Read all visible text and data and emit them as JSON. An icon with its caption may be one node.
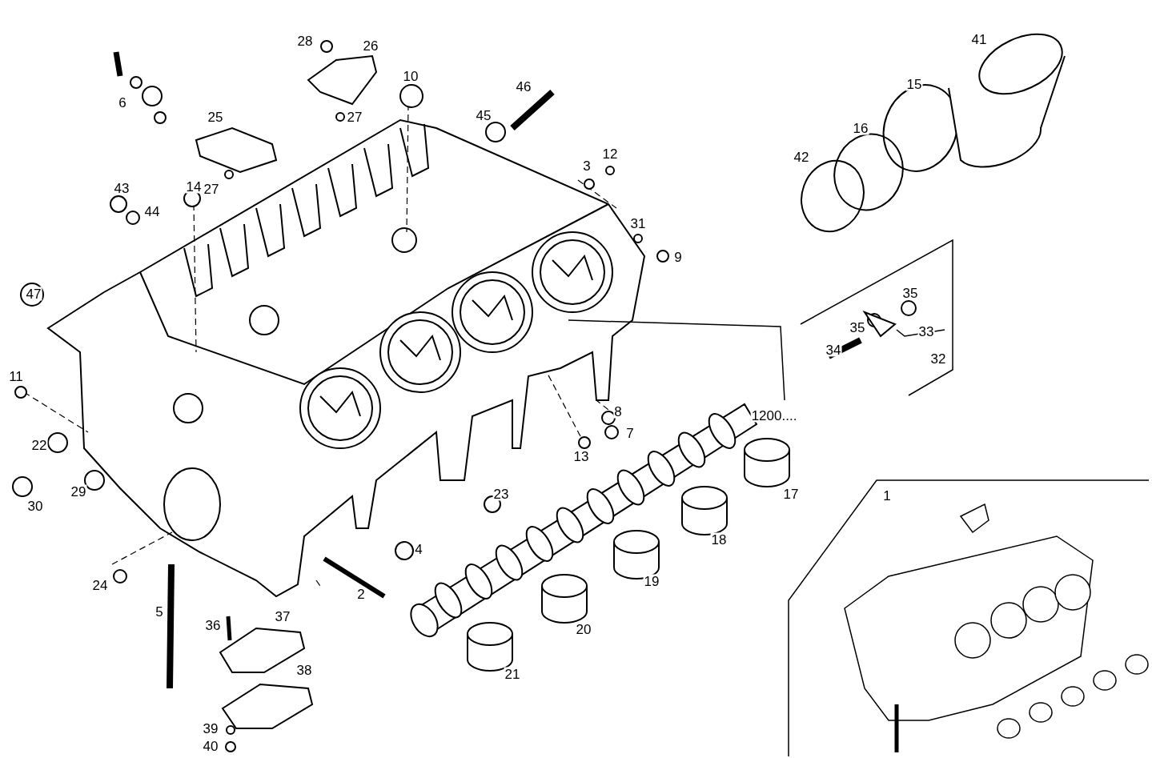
{
  "diagram": {
    "labels": [
      "41",
      "28",
      "26",
      "46",
      "10",
      "6",
      "45",
      "15",
      "25",
      "27",
      "16",
      "3",
      "12",
      "42",
      "27",
      "14",
      "43",
      "44",
      "31",
      "9",
      "47",
      "35",
      "35",
      "33",
      "34",
      "32",
      "11",
      "8",
      "1200....",
      "7",
      "22",
      "13",
      "17",
      "29",
      "30",
      "23",
      "1",
      "18",
      "4",
      "2",
      "24",
      "19",
      "5",
      "36",
      "37",
      "20",
      "38",
      "21",
      "39",
      "40"
    ]
  }
}
